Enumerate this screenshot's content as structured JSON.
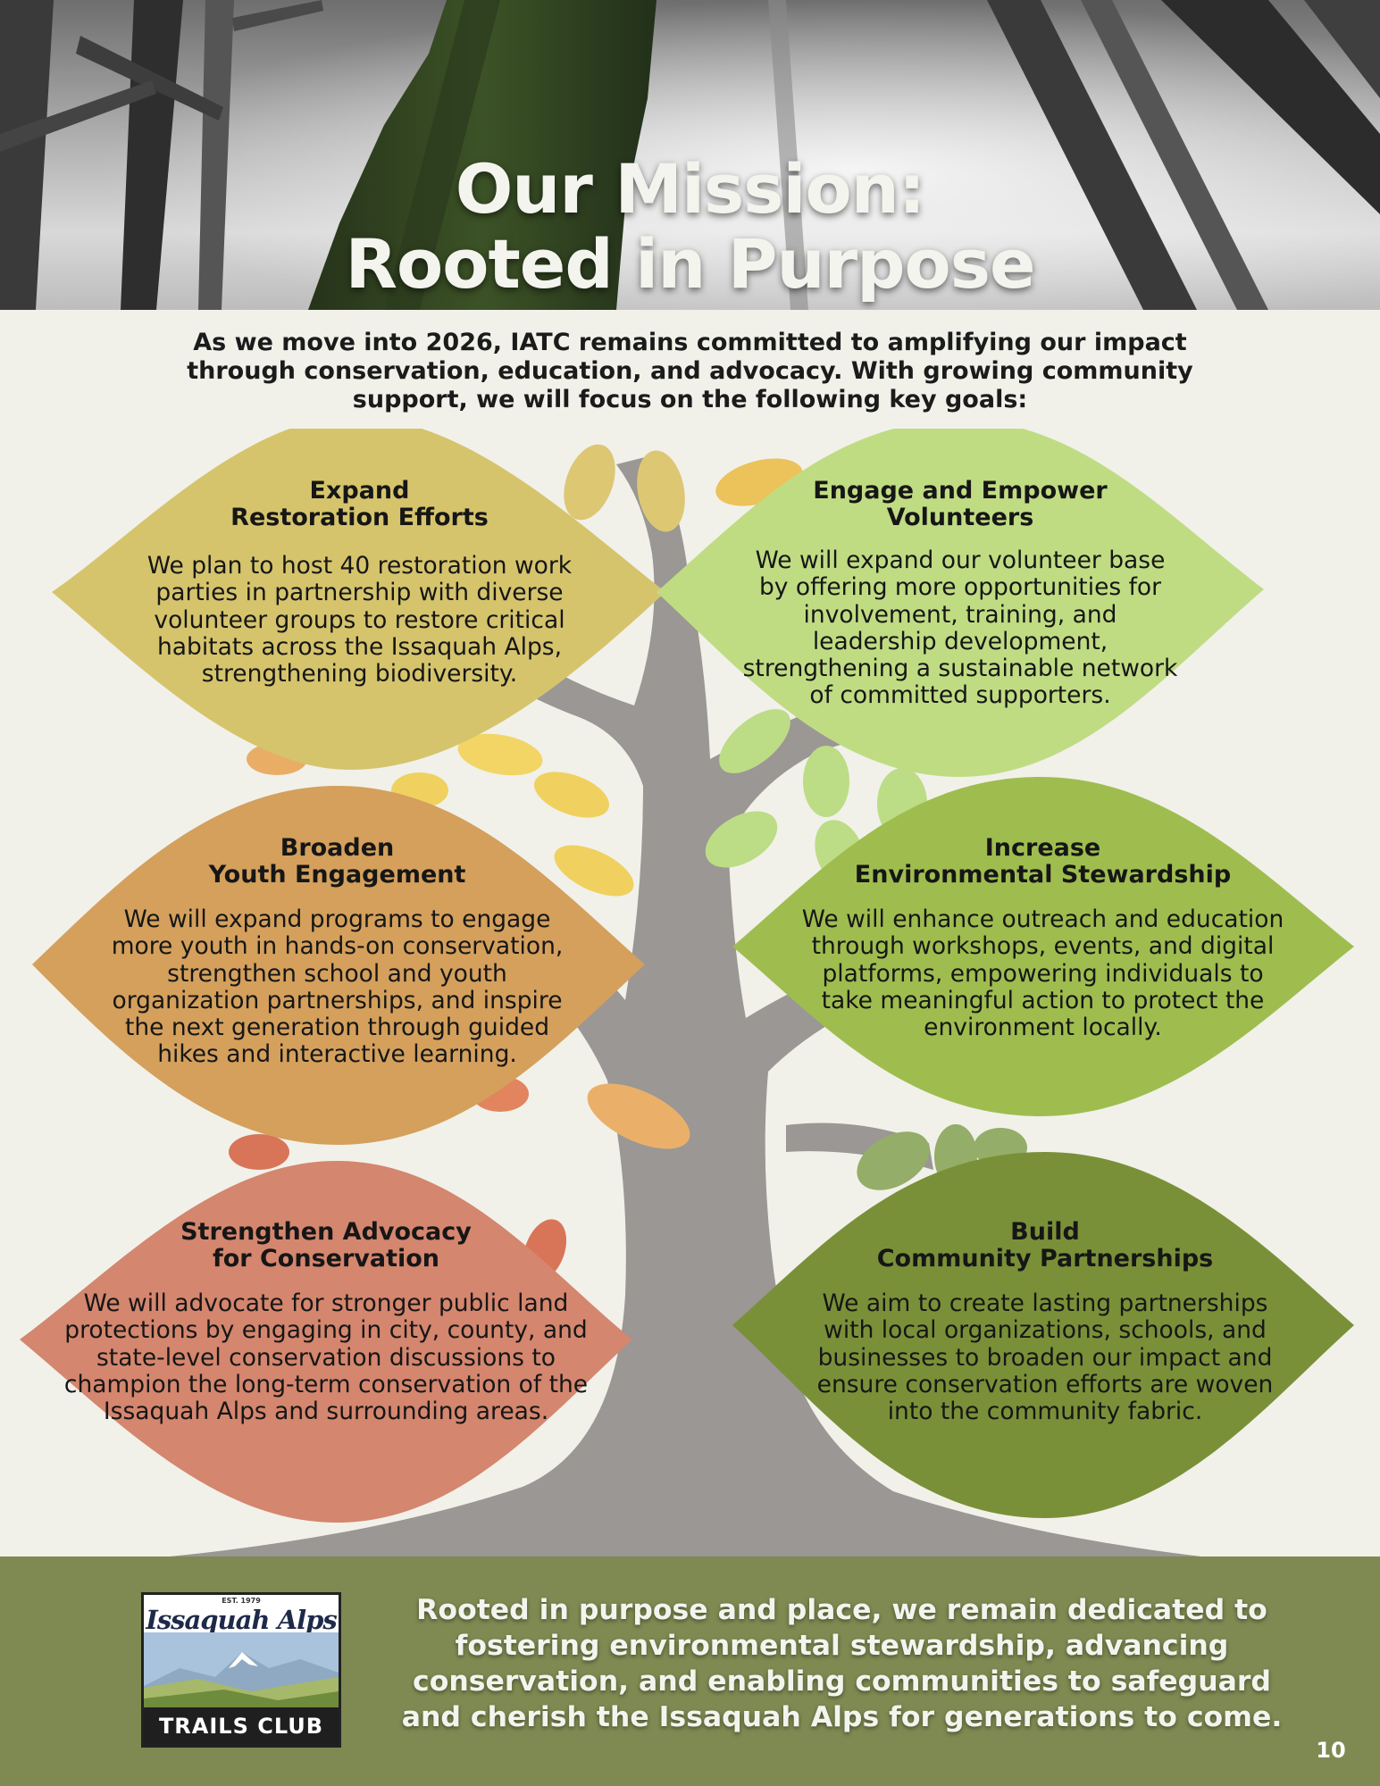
{
  "header": {
    "title_line1": "Our Mission:",
    "title_line2": "Rooted in Purpose"
  },
  "intro": "As we move into 2026, IATC remains committed to amplifying our impact through conservation, education, and advocacy. With growing community support, we will focus on the following key goals:",
  "goals": [
    {
      "title_line1": "Expand",
      "title_line2": "Restoration Efforts",
      "body": "We plan to host 40 restoration work parties in partnership with diverse volunteer groups to restore critical habitats across the Issaquah Alps, strengthening biodiversity.",
      "color": "#d5c46c"
    },
    {
      "title_line1": "Engage and Empower",
      "title_line2": "Volunteers",
      "body": "We will expand our volunteer base by offering more opportunities for involvement, training, and leadership development, strengthening a sustainable network of committed supporters.",
      "color": "#c0dc83"
    },
    {
      "title_line1": "Broaden",
      "title_line2": "Youth Engagement",
      "body": "We will expand programs to engage more youth in hands-on conservation, strengthen school and youth organization partnerships, and inspire the next generation through guided hikes and interactive learning.",
      "color": "#d4a05c"
    },
    {
      "title_line1": "Increase",
      "title_line2": "Environmental Stewardship",
      "body": "We will enhance outreach and education through workshops, events, and digital platforms, empowering individuals to take meaningful action to protect the environment locally.",
      "color": "#9fbd4f"
    },
    {
      "title_line1": "Strengthen Advocacy",
      "title_line2": "for Conservation",
      "body": "We will advocate for stronger public land protections by engaging in city, county, and state-level conservation discussions to champion the long-term conservation of the Issaquah Alps and surrounding areas.",
      "color": "#d4866e"
    },
    {
      "title_line1": "Build",
      "title_line2": "Community Partnerships",
      "body": "We aim to create lasting partnerships with local organizations, schools, and businesses to broaden our impact and ensure conservation efforts are woven into the community fabric.",
      "color": "#7a9038"
    }
  ],
  "footer": {
    "logo": {
      "est": "EST. 1979",
      "name": "Issaquah Alps",
      "club": "TRAILS CLUB"
    },
    "closing": "Rooted in purpose and place, we remain dedicated to fostering environmental stewardship, advancing conservation, and enabling communities to safeguard and cherish the Issaquah Alps for generations to come.",
    "page_number": "10",
    "background_color": "#7e8a52"
  },
  "colors": {
    "page_background": "#f1f1ea",
    "trunk": "#9a9794"
  }
}
